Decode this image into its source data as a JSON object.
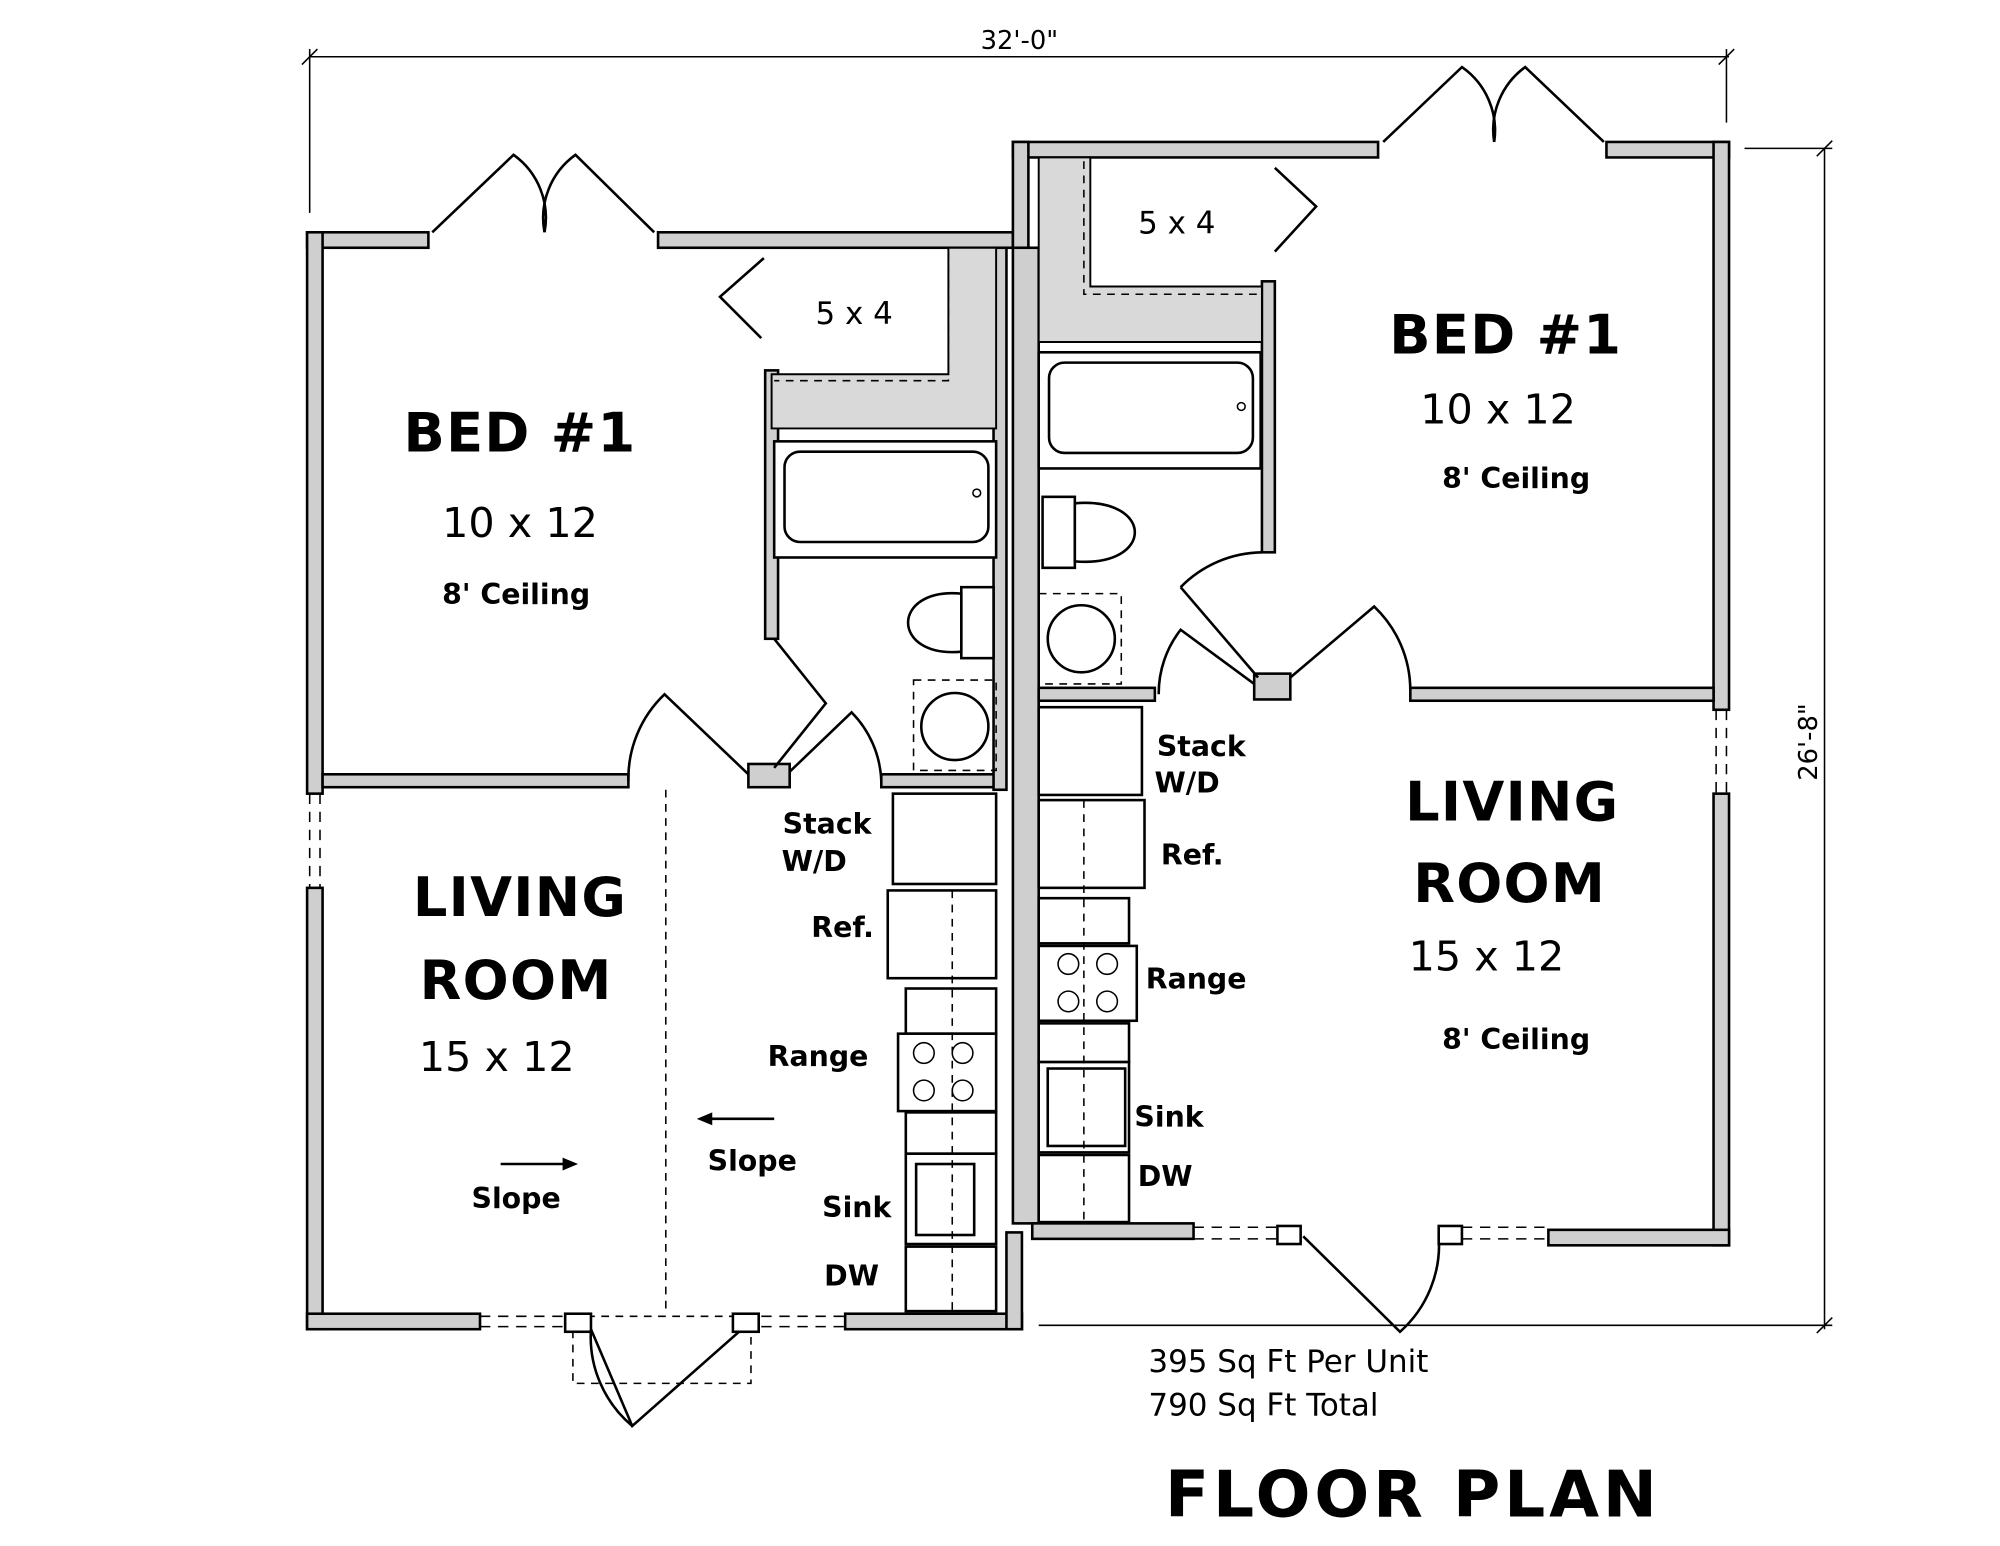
{
  "dimensions": {
    "width": "32'-0\"",
    "depth": "26'-8\""
  },
  "left_unit": {
    "bedroom": {
      "name": "BED #1",
      "size": "10 x 12",
      "ceiling": "8' Ceiling"
    },
    "closet": "5 x 4",
    "living": {
      "name_line1": "LIVING",
      "name_line2": "ROOM",
      "size": "15 x 12"
    },
    "slope_labels": [
      "Slope",
      "Slope"
    ],
    "kitchen": {
      "stack_line1": "Stack",
      "stack_line2": "W/D",
      "ref": "Ref.",
      "range": "Range",
      "sink": "Sink",
      "dw": "DW"
    }
  },
  "right_unit": {
    "bedroom": {
      "name": "BED #1",
      "size": "10 x 12",
      "ceiling": "8' Ceiling"
    },
    "closet": "5 x 4",
    "living": {
      "name_line1": "LIVING",
      "name_line2": "ROOM",
      "size": "15 x 12",
      "ceiling": "8' Ceiling"
    },
    "kitchen": {
      "stack_line1": "Stack",
      "stack_line2": "W/D",
      "ref": "Ref.",
      "range": "Range",
      "sink": "Sink",
      "dw": "DW"
    }
  },
  "area": {
    "per_unit": "395 Sq Ft Per Unit",
    "total": "790 Sq Ft Total"
  },
  "title": "FLOOR PLAN"
}
